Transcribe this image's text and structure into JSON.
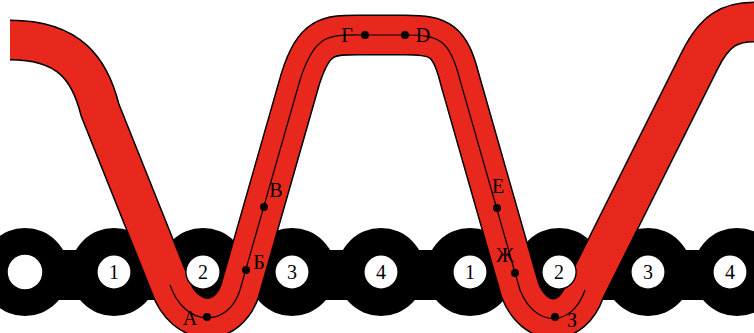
{
  "diagram": {
    "nodes": [
      {
        "text": [
          "1"
        ]
      },
      {
        "text": [
          "2"
        ]
      },
      {
        "text": [
          "3"
        ]
      },
      {
        "text": [
          "4"
        ]
      },
      {
        "text": [
          "1"
        ]
      },
      {
        "text": [
          "2"
        ]
      },
      {
        "text": [
          "3"
        ]
      },
      {
        "text": [
          "4"
        ]
      }
    ],
    "labels": [
      "А",
      "Б",
      "В",
      "Г",
      "D",
      "Е",
      "Ж",
      "З"
    ]
  }
}
